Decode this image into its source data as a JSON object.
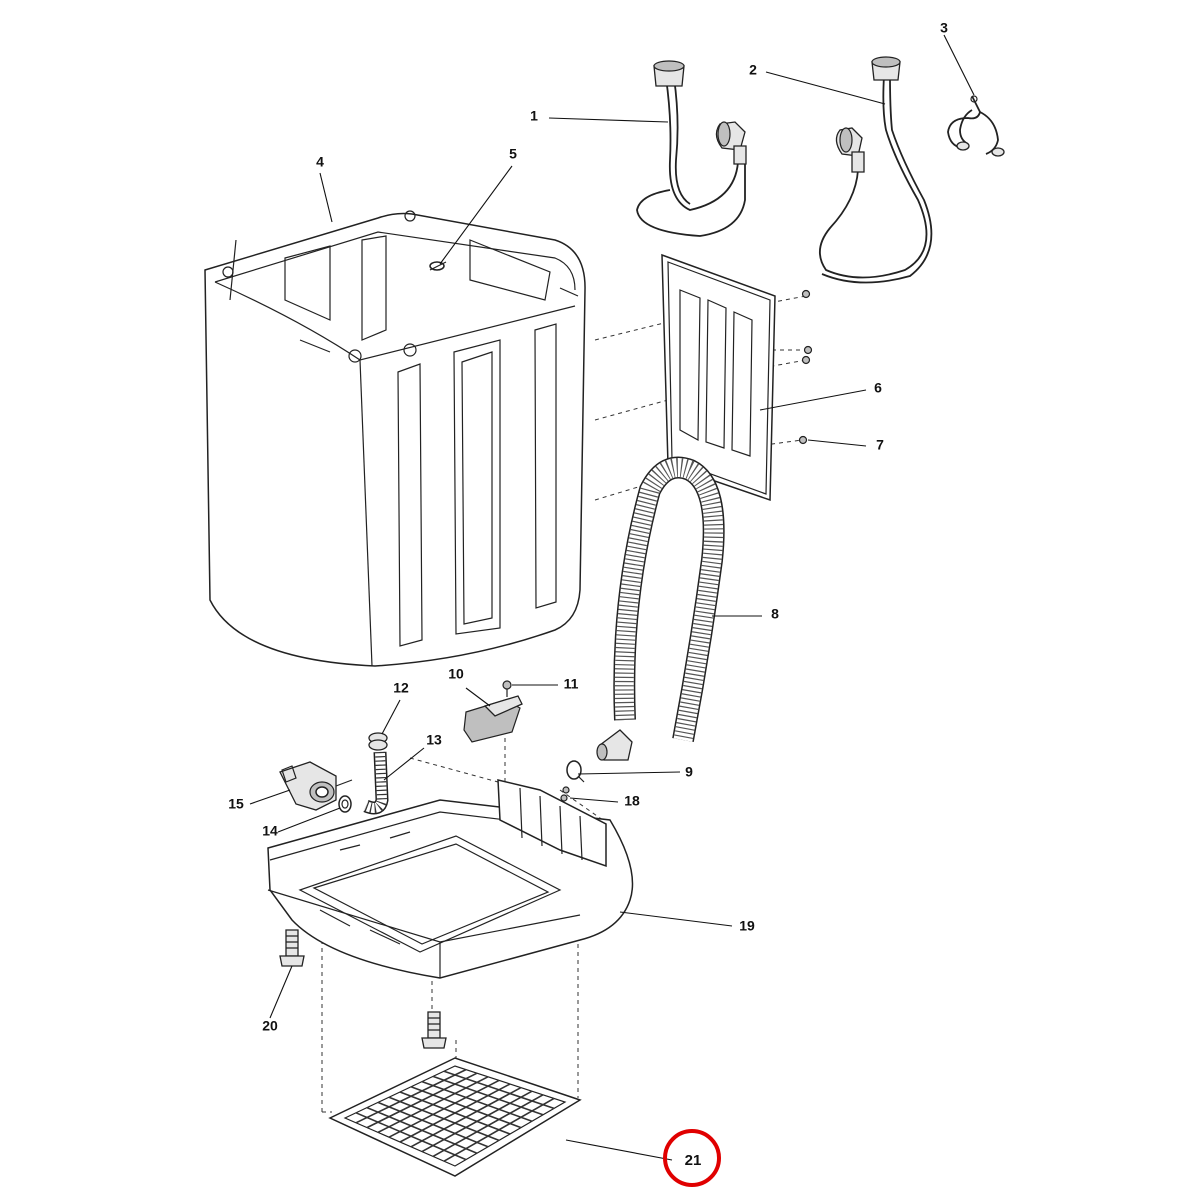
{
  "labels": {
    "p1": "1",
    "p2": "2",
    "p3": "3",
    "p4": "4",
    "p5": "5",
    "p6": "6",
    "p7": "7",
    "p8": "8",
    "p9": "9",
    "p10": "10",
    "p11": "11",
    "p12": "12",
    "p13": "13",
    "p14": "14",
    "p15": "15",
    "p18": "18",
    "p19": "19",
    "p20": "20",
    "p21": "21"
  },
  "highlight": {
    "part": "21",
    "color": "#e00000"
  }
}
